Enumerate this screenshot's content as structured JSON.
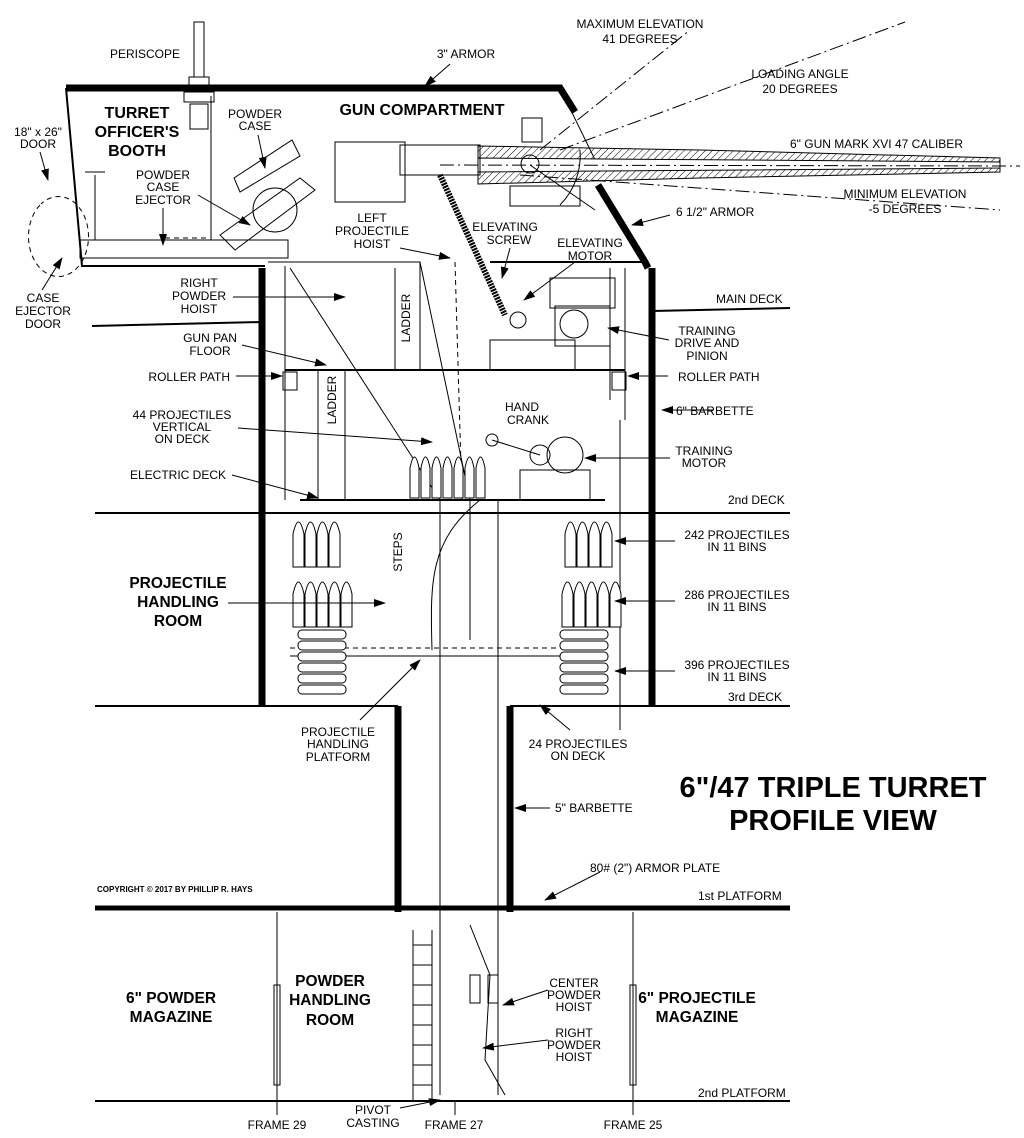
{
  "title": [
    "6\"/47 TRIPLE TURRET",
    "PROFILE VIEW"
  ],
  "copyright": "COPYRIGHT © 2017 BY PHILLIP R. HAYS",
  "labels": {
    "periscope": "PERISCOPE",
    "armor_3": "3\" ARMOR",
    "turret_officers_booth": [
      "TURRET",
      "OFFICER'S",
      "BOOTH"
    ],
    "gun_compartment": "GUN COMPARTMENT",
    "powder_case": [
      "POWDER",
      "CASE"
    ],
    "powder_case_ejector": [
      "POWDER",
      "CASE",
      "EJECTOR"
    ],
    "door": [
      "18\" x 26\"",
      "DOOR"
    ],
    "case_ejector_door": [
      "CASE",
      "EJECTOR",
      "DOOR"
    ],
    "left_projectile_hoist": [
      "LEFT",
      "PROJECTILE",
      "HOIST"
    ],
    "elevating_screw": [
      "ELEVATING",
      "SCREW"
    ],
    "elevating_motor": [
      "ELEVATING",
      "MOTOR"
    ],
    "max_elevation": [
      "MAXIMUM ELEVATION",
      "41 DEGREES"
    ],
    "loading_angle": [
      "LOADING ANGLE",
      "20 DEGREES"
    ],
    "gun": "6\" GUN MARK XVI 47 CALIBER",
    "min_elevation": [
      "MINIMUM ELEVATION",
      "-5 DEGREES"
    ],
    "armor_6_5": "6 1/2\" ARMOR",
    "right_powder_hoist_upper": [
      "RIGHT",
      "POWDER",
      "HOIST"
    ],
    "main_deck": "MAIN DECK",
    "gun_pan_floor": [
      "GUN PAN",
      "FLOOR"
    ],
    "ladder_upper": "LADDER",
    "ladder_lower": "LADDER",
    "training_drive": [
      "TRAINING",
      "DRIVE AND",
      "PINION"
    ],
    "roller_path_left": "ROLLER PATH",
    "roller_path_right": "ROLLER PATH",
    "barbette_6": "6\" BARBETTE",
    "projectiles_44": [
      "44 PROJECTILES",
      "VERTICAL",
      "ON DECK"
    ],
    "hand_crank": [
      "HAND",
      "CRANK"
    ],
    "training_motor": [
      "TRAINING",
      "MOTOR"
    ],
    "electric_deck": "ELECTRIC DECK",
    "deck_2nd": "2nd DECK",
    "projectiles_242": [
      "242 PROJECTILES",
      "IN 11 BINS"
    ],
    "steps": "STEPS",
    "projectile_handling_room": [
      "PROJECTILE",
      "HANDLING",
      "ROOM"
    ],
    "projectiles_286": [
      "286 PROJECTILES",
      "IN 11 BINS"
    ],
    "projectiles_396": [
      "396 PROJECTILES",
      "IN 11 BINS"
    ],
    "deck_3rd": "3rd DECK",
    "projectile_handling_platform": [
      "PROJECTILE",
      "HANDLING",
      "PLATFORM"
    ],
    "projectiles_24": [
      "24 PROJECTILES",
      "ON DECK"
    ],
    "barbette_5": "5\" BARBETTE",
    "armor_plate": "80# (2\") ARMOR PLATE",
    "platform_1st": "1st PLATFORM",
    "powder_magazine": [
      "6\" POWDER",
      "MAGAZINE"
    ],
    "powder_handling_room": [
      "POWDER",
      "HANDLING",
      "ROOM"
    ],
    "center_powder_hoist": [
      "CENTER",
      "POWDER",
      "HOIST"
    ],
    "projectile_magazine": [
      "6\" PROJECTILE",
      "MAGAZINE"
    ],
    "right_powder_hoist_lower": [
      "RIGHT",
      "POWDER",
      "HOIST"
    ],
    "platform_2nd": "2nd PLATFORM",
    "frame_29": "FRAME 29",
    "pivot_casting": [
      "PIVOT",
      "CASTING"
    ],
    "frame_27": "FRAME 27",
    "frame_25": "FRAME 25"
  }
}
